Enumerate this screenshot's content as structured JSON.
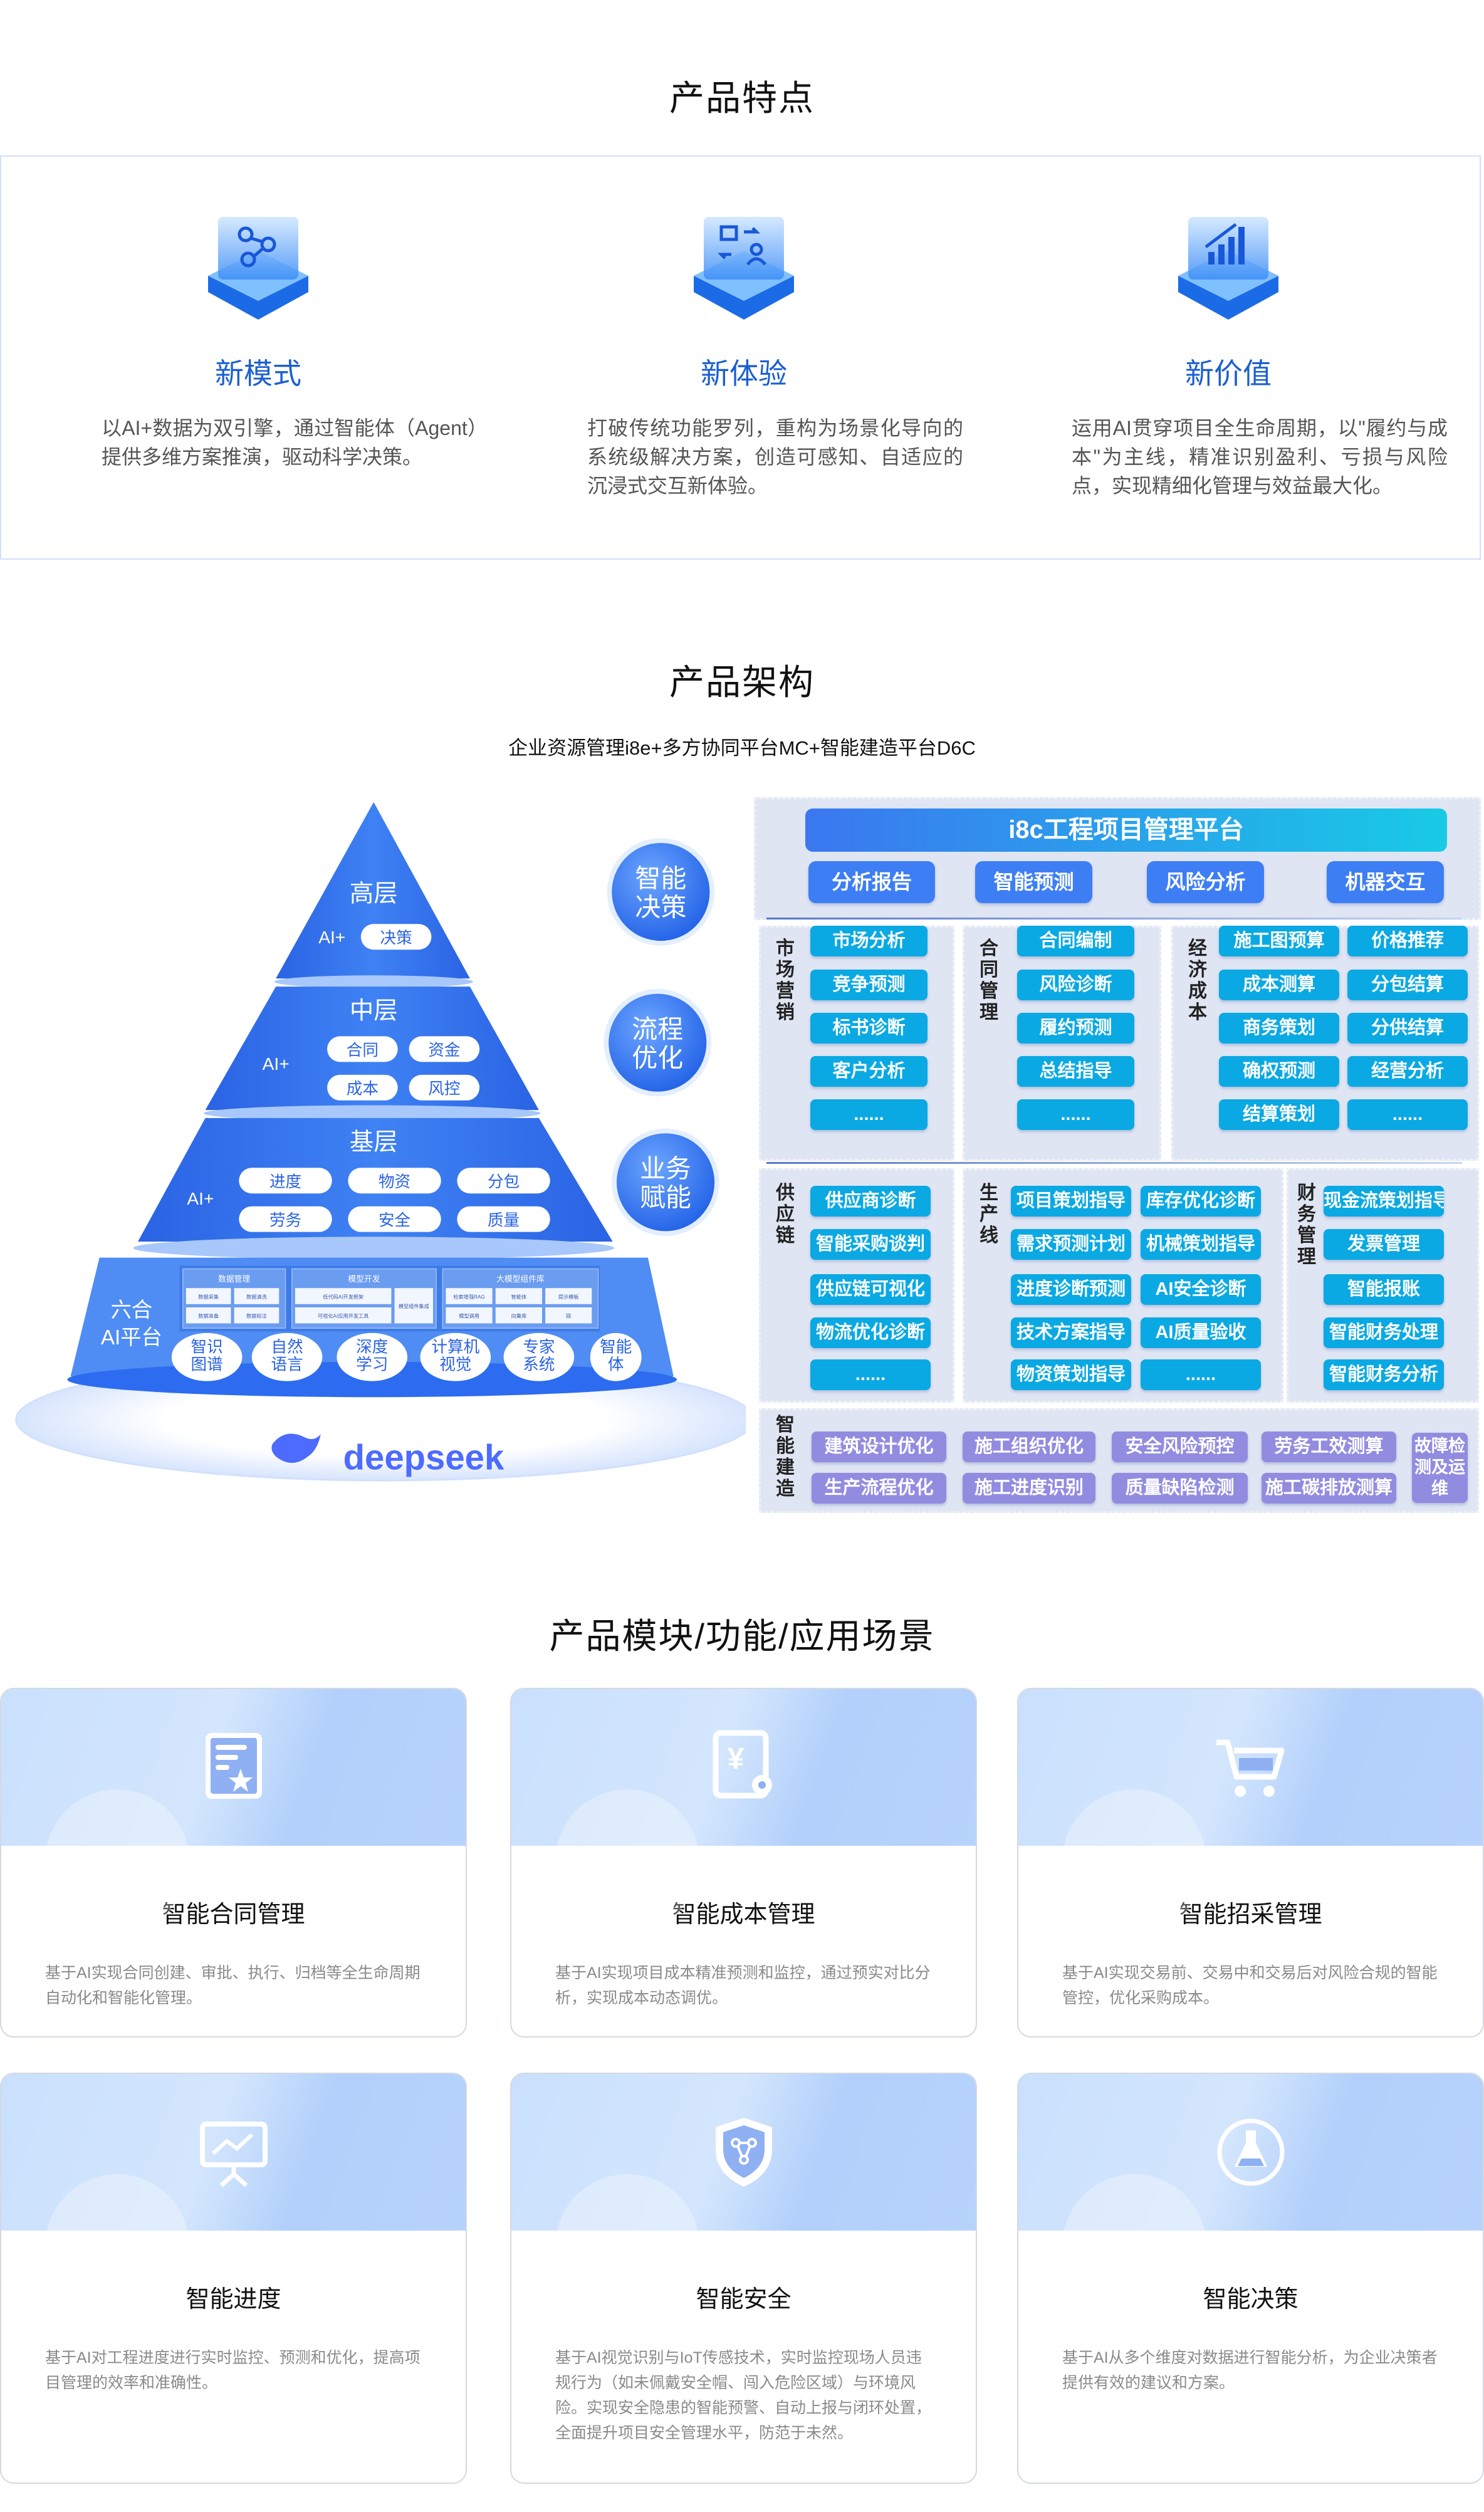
{
  "features": {
    "title": "产品特点",
    "items": [
      {
        "icon": "network-nodes-icon",
        "title": "新模式",
        "desc": "以AI+数据为双引擎，通过智能体（Agent）提供多维方案推演，驱动科学决策。"
      },
      {
        "icon": "user-exchange-icon",
        "title": "新体验",
        "desc": "打破传统功能罗列，重构为场景化导向的系统级解决方案，创造可感知、自适应的沉浸式交互新体验。"
      },
      {
        "icon": "bar-chart-growth-icon",
        "title": "新价值",
        "desc": "运用AI贯穿项目全生命周期，以\"履约与成本\"为主线，精准识别盈利、亏损与风险点，实现精细化管理与效益最大化。"
      }
    ]
  },
  "architecture": {
    "title": "产品架构",
    "subtitle": "企业资源管理i8e+多方协同平台MC+智能建造平台D6C",
    "pyramid": {
      "top": {
        "title": "高层",
        "ai": "AI+",
        "tags": [
          "决策"
        ]
      },
      "middle": {
        "title": "中层",
        "ai": "AI+",
        "tags": [
          "合同",
          "资金",
          "成本",
          "风控"
        ]
      },
      "base": {
        "title": "基层",
        "ai": "AI+",
        "tags": [
          "进度",
          "物资",
          "分包",
          "劳务",
          "安全",
          "质量"
        ]
      },
      "ai_platform": {
        "title_line1": "六合",
        "title_line2": "AI平台",
        "modules": [
          {
            "title": "数据管理",
            "items": [
              "数据采集",
              "数据清洗",
              "数据准备",
              "数据标注"
            ]
          },
          {
            "title": "模型开发",
            "items": [
              "低代码AI开发框架",
              "可视化AI应用开发工具",
              "模型组件集成"
            ]
          },
          {
            "title": "大模型组件库",
            "items": [
              "检索增强RAG",
              "智能体",
              "提示模板",
              "模型调用",
              "向量库",
              "链"
            ]
          }
        ],
        "capabilities": [
          [
            "智识",
            "图谱"
          ],
          [
            "自然",
            "语言"
          ],
          [
            "深度",
            "学习"
          ],
          [
            "计算机",
            "视觉"
          ],
          [
            "专家",
            "系统"
          ],
          [
            "智能",
            "体"
          ]
        ]
      },
      "bubbles": [
        [
          "智能",
          "决策"
        ],
        [
          "流程",
          "优化"
        ],
        [
          "业务",
          "赋能"
        ]
      ],
      "logo": "deepseek"
    },
    "platform": {
      "title": "i8c工程项目管理平台",
      "top_buttons": [
        "分析报告",
        "智能预测",
        "风险分析",
        "机器交互"
      ],
      "groups": {
        "market": {
          "label": "市场营销",
          "items": [
            "市场分析",
            "竞争预测",
            "标书诊断",
            "客户分析",
            "......"
          ]
        },
        "contract": {
          "label": "合同管理",
          "items": [
            "合同编制",
            "风险诊断",
            "履约预测",
            "总结指导",
            "......"
          ]
        },
        "cost": {
          "label": "经济成本",
          "items": [
            "施工图预算",
            "价格推荐",
            "成本测算",
            "分包结算",
            "商务策划",
            "分供结算",
            "确权预测",
            "经营分析",
            "结算策划",
            "......"
          ]
        },
        "supply": {
          "label": "供应链",
          "items": [
            "供应商诊断",
            "智能采购谈判",
            "供应链可视化",
            "物流优化诊断",
            "......"
          ]
        },
        "production": {
          "label": "生产线",
          "items": [
            "项目策划指导",
            "库存优化诊断",
            "需求预测计划",
            "机械策划指导",
            "进度诊断预测",
            "AI安全诊断",
            "技术方案指导",
            "AI质量验收",
            "物资策划指导",
            "......"
          ]
        },
        "finance": {
          "label": "财务管理",
          "items": [
            "现金流策划指导",
            "发票管理",
            "智能报账",
            "智能财务处理",
            "智能财务分析"
          ]
        },
        "construction": {
          "label": "智能建造",
          "items": [
            "建筑设计优化",
            "施工组织优化",
            "安全风险预控",
            "劳务工效测算",
            "生产流程优化",
            "施工进度识别",
            "质量缺陷检测",
            "施工碳排放测算"
          ],
          "side_item": "故障检测及运维"
        }
      }
    }
  },
  "modules": {
    "title": "产品模块/功能/应用场景",
    "cards": [
      {
        "icon": "document-star-icon",
        "title": "智能合同管理",
        "desc": "基于AI实现合同创建、审批、执行、归档等全生命周期自动化和智能化管理。"
      },
      {
        "icon": "yen-document-gear-icon",
        "title": "智能成本管理",
        "desc": "基于AI实现项目成本精准预测和监控，通过预实对比分析，实现成本动态调优。"
      },
      {
        "icon": "shopping-cart-icon",
        "title": "智能招采管理",
        "desc": "基于AI实现交易前、交易中和交易后对风险合规的智能管控，优化采购成本。"
      },
      {
        "icon": "presentation-chart-icon",
        "title": "智能进度",
        "desc": "基于AI对工程进度进行实时监控、预测和优化，提高项目管理的效率和准确性。"
      },
      {
        "icon": "shield-network-icon",
        "title": "智能安全",
        "desc": "基于AI视觉识别与IoT传感技术，实时监控现场人员违规行为（如未佩戴安全帽、闯入危险区域）与环境风险。实现安全隐患的智能预警、自动上报与闭环处置，全面提升项目安全管理水平，防范于未然。"
      },
      {
        "icon": "flask-circle-icon",
        "title": "智能决策",
        "desc": "基于AI从多个维度对数据进行智能分析，为企业决策者提供有效的建议和方案。"
      }
    ]
  },
  "colors": {
    "accent": "#1a5fd0",
    "platform_button": "#3d7ef5",
    "module_button": "#0aa9e3",
    "construction_button": "#928ce0",
    "panel_bg": "#dfe5f3"
  }
}
